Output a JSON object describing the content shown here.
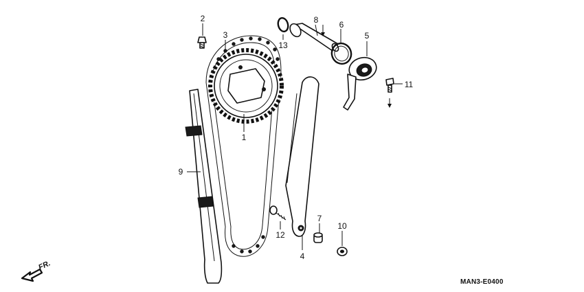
{
  "diagram_code": "MAN3-E0400",
  "direction_label": "FR.",
  "callouts": {
    "c1": "1",
    "c2": "2",
    "c3": "3",
    "c4": "4",
    "c5": "5",
    "c6": "6",
    "c7": "7",
    "c8": "8",
    "c9": "9",
    "c10": "10",
    "c11": "11",
    "c12": "12",
    "c13": "13"
  }
}
